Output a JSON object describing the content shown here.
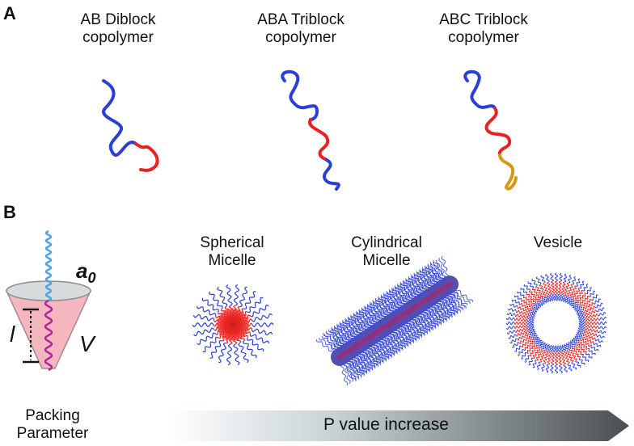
{
  "panel_a": {
    "letter": "A",
    "items": [
      {
        "line1": "AB Diblock",
        "line2": "copolymer"
      },
      {
        "line1": "ABA Triblock",
        "line2": "copolymer"
      },
      {
        "line1": "ABC Triblock",
        "line2": "copolymer"
      }
    ]
  },
  "panel_b": {
    "letter": "B",
    "cone": {
      "area_label": "a",
      "area_sub": "0",
      "length_label": "l",
      "volume_label": "V"
    },
    "structures": [
      {
        "line1": "Spherical",
        "line2": "Micelle"
      },
      {
        "line1": "Cylindrical",
        "line2": "Micelle"
      },
      {
        "line1": "Vesicle",
        "line2": ""
      }
    ],
    "packing": {
      "line1": "Packing",
      "line2": "Parameter"
    },
    "arrow_label": "P value increase"
  },
  "colors": {
    "block_a": "#2a3fd6",
    "block_b": "#e8231f",
    "block_c": "#d49a14",
    "cone": "#f4b7c0",
    "tail": "#b0279a",
    "arrow_dark": "#4a4f52"
  }
}
